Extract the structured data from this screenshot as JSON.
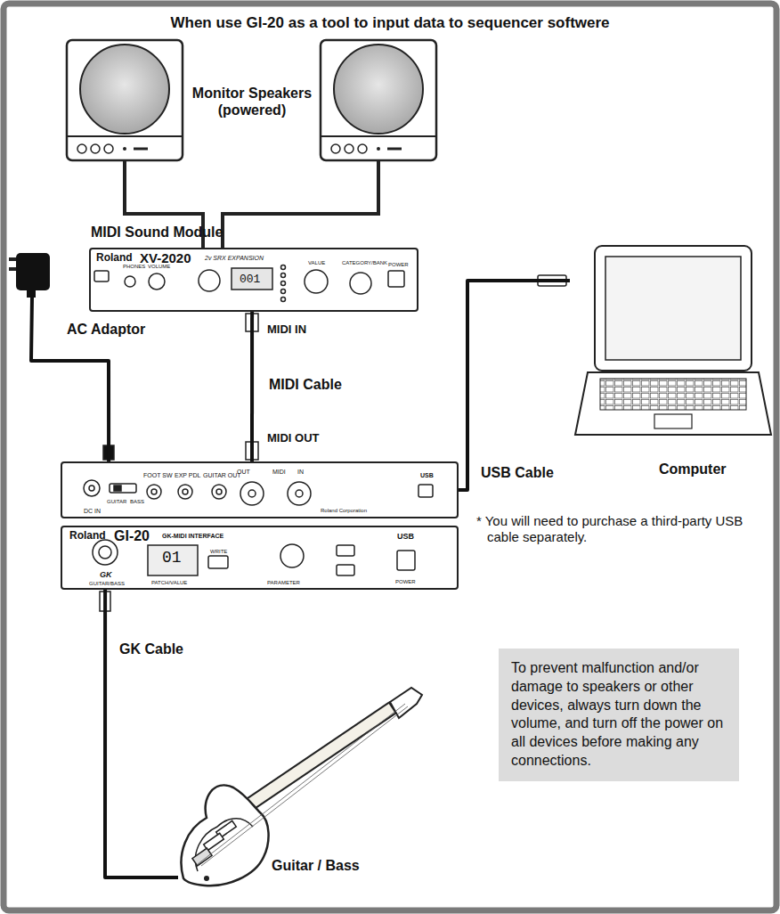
{
  "diagram": {
    "title": "When use GI-20 as a tool to input data to sequencer softwere",
    "nodes": [
      {
        "text": [
          "MIDI Sound Module",
          "Roland",
          "XV-2020",
          "2v SRX EXPANSION",
          "PHONES",
          "VOLUME",
          "001",
          "VALUE",
          "CATEGORY/BANK",
          "POWER"
        ]
      },
      {
        "text": [
          "DC IN",
          "GUITAR",
          "BASS",
          "FOOT SW",
          "EXP PDL",
          "GUITAR OUT",
          "OUT",
          "MIDI",
          "IN",
          "USB",
          "Roland Corporation"
        ]
      },
      {
        "text": [
          "Roland",
          "GI-20",
          "GK-MIDI INTERFACE",
          "GK",
          "GUITAR/BASS",
          "01",
          "PATCH/VALUE",
          "WRITE",
          "PARAMETER",
          "USB",
          "POWER"
        ]
      },
      {
        "text": [
          "Computer"
        ]
      },
      {
        "text": [
          "Guitar / Bass"
        ]
      },
      {
        "text": [
          "AC Adaptor"
        ]
      },
      {
        "text": [
          "To prevent malfunction and/or damage to speakers or other devices, always turn down the volume, and turn off the power on all devices before making any connections."
        ]
      }
    ],
    "edges": [
      {
        "from": 1,
        "to": 0,
        "arrow": "none",
        "label": "MIDI Cable"
      },
      {
        "from": 1,
        "to": 3,
        "arrow": "none",
        "label": "USB Cable"
      },
      {
        "from": 2,
        "to": 4,
        "arrow": "none",
        "label": "GK Cable"
      },
      {
        "from": 5,
        "to": 1,
        "arrow": "none"
      }
    ],
    "labels": [
      "Monitor Speakers (powered)",
      "MIDI IN",
      "MIDI OUT",
      "* You will need to purchase a third-party USB cable separately."
    ]
  }
}
